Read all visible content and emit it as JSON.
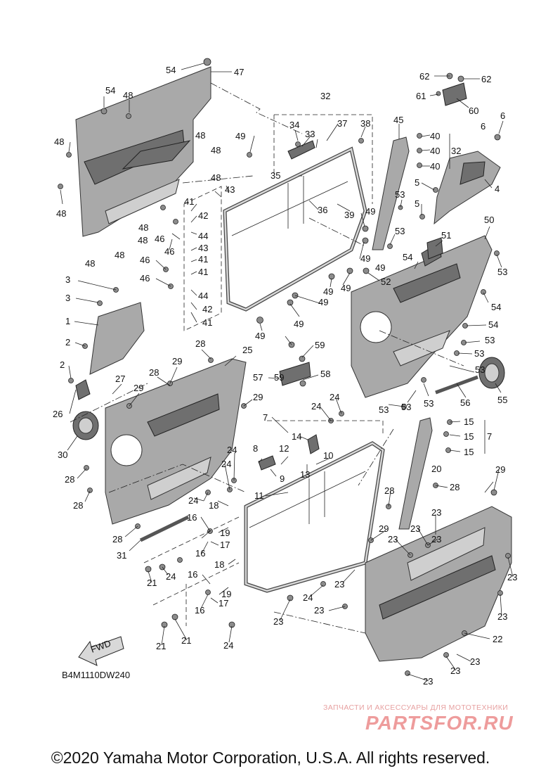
{
  "diagram": {
    "callouts": [
      "1",
      "2",
      "3",
      "4",
      "5",
      "6",
      "7",
      "8",
      "9",
      "10",
      "11",
      "12",
      "13",
      "14",
      "15",
      "16",
      "17",
      "18",
      "19",
      "20",
      "21",
      "22",
      "23",
      "24",
      "25",
      "26",
      "27",
      "28",
      "29",
      "30",
      "31",
      "32",
      "33",
      "34",
      "35",
      "36",
      "37",
      "38",
      "39",
      "40",
      "41",
      "42",
      "43",
      "44",
      "45",
      "46",
      "47",
      "48",
      "49",
      "50",
      "51",
      "52",
      "53",
      "54",
      "55",
      "56",
      "57",
      "58",
      "59",
      "60",
      "61",
      "62"
    ],
    "fwd_label": "FWD",
    "diagram_code": "B4M1110DW240"
  },
  "watermark": {
    "line1": "ЗАПЧАСТИ И АКСЕССУАРЫ ДЛЯ МОТОТЕХНИКИ",
    "line2": "PARTSFOR.RU"
  },
  "copyright": "©2020 Yamaha Motor Corporation, U.S.A. All rights reserved."
}
